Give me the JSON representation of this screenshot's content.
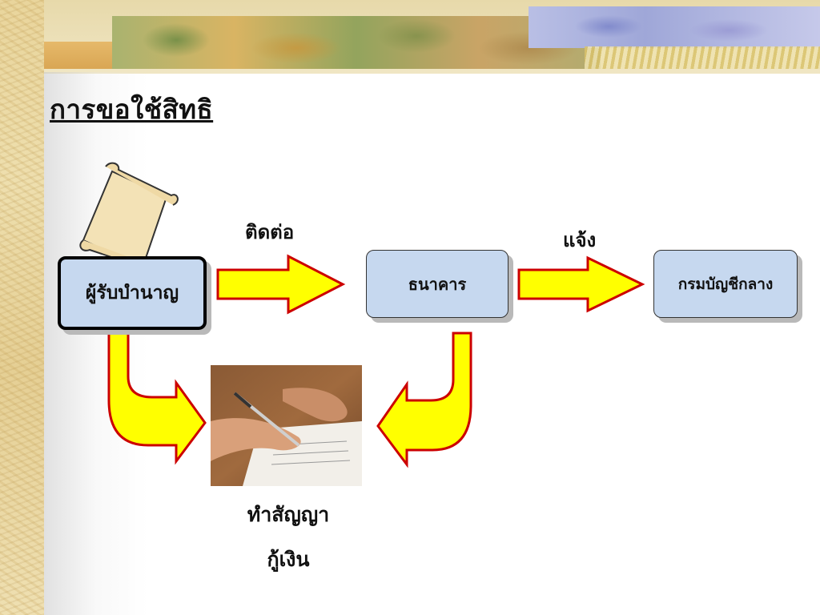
{
  "slide": {
    "title": "การขอใช้สิทธิ"
  },
  "nodes": {
    "recipient": "ผู้รับบำนาญ",
    "bank": "ธนาคาร",
    "comptroller": "กรมบัญชีกลาง"
  },
  "edges": {
    "recipient_to_bank": "ติดต่อ",
    "bank_to_comptroller": "แจ้ง"
  },
  "contract": {
    "line1": "ทำสัญญา",
    "line2": "กู้เงิน"
  },
  "colors": {
    "arrow_fill": "#ffff00",
    "arrow_stroke": "#cc0000",
    "box_fill": "#c6d8ef"
  }
}
